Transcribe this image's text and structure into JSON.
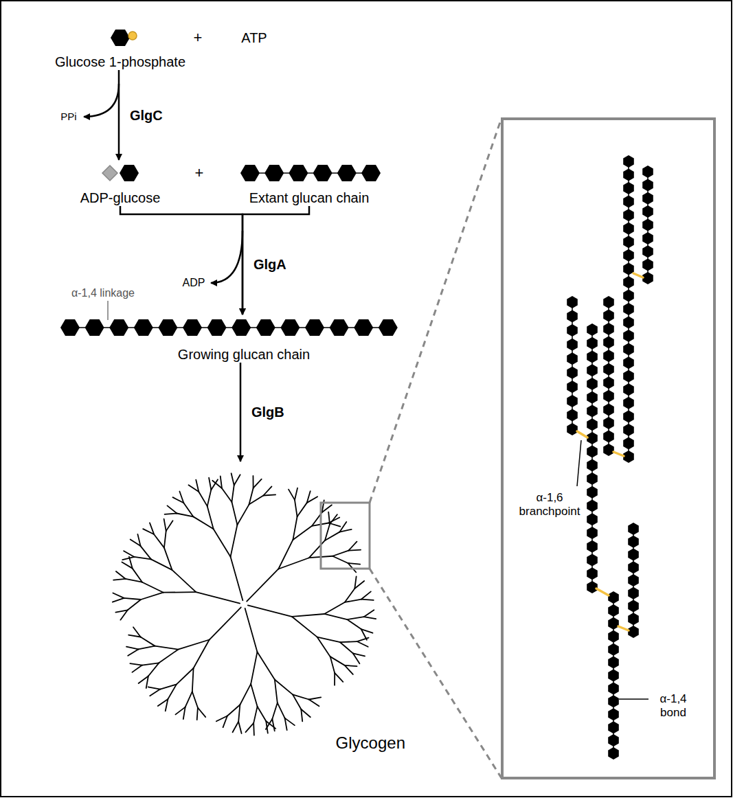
{
  "diagram": {
    "nodes": [
      {
        "text": [
          "Glucose 1-phosphate"
        ]
      },
      {
        "text": [
          "ADP-glucose"
        ]
      },
      {
        "text": [
          "Extant glucan chain"
        ]
      },
      {
        "text": [
          "Growing glucan chain"
        ]
      },
      {
        "text": [
          "Glycogen"
        ]
      }
    ],
    "edges": [
      {
        "from": 0,
        "to": 1,
        "arrow": "to",
        "label": "GlgC"
      },
      {
        "from": 1,
        "to": 3,
        "arrow": "to",
        "label": "GlgA"
      },
      {
        "from": 2,
        "to": 3,
        "arrow": "to"
      },
      {
        "from": 3,
        "to": 4,
        "arrow": "to",
        "label": "GlgB"
      }
    ],
    "labels": [
      "+",
      "ATP",
      "PPi",
      "+",
      "ADP",
      "α-1,4 linkage",
      "α-1,6 branchpoint",
      "α-1,4 bond"
    ]
  }
}
